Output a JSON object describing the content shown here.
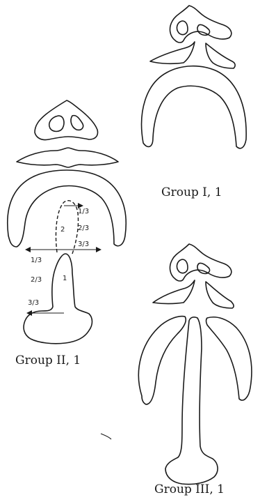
{
  "captions": {
    "group_i": "Group I, 1",
    "group_ii": "Group II, 1",
    "group_iii": "Group III, 1"
  },
  "labels": {
    "segment_1": "1",
    "segment_2": "2",
    "right_upper_1_3": "1/3",
    "right_upper_2_3": "2/3",
    "right_upper_3_3": "3/3",
    "left_lower_1_3": "1/3",
    "left_lower_2_3": "2/3",
    "left_lower_3_3": "3/3"
  }
}
